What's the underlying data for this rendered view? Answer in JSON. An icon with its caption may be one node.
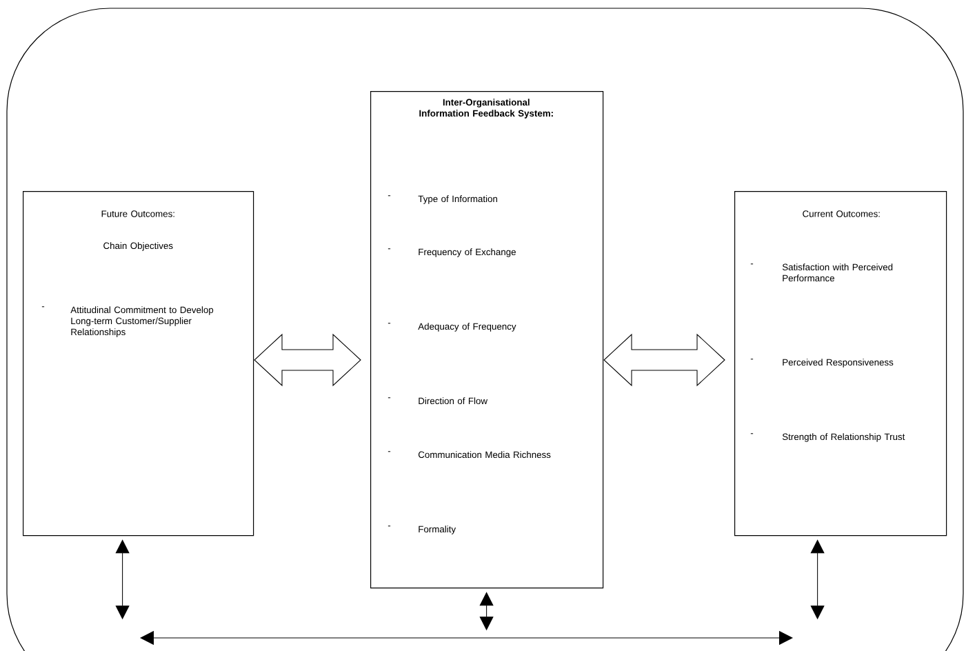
{
  "diagram": {
    "nodes": [
      {
        "text": [
          "Future Outcomes:",
          "Chain Objectives",
          "-",
          "Attitudinal Commitment to Develop Long-term Customer/Supplier Relationships"
        ]
      },
      {
        "text": [
          "Inter-Organisational Information Feedback System:",
          "-",
          "Type of Information",
          "-",
          "Frequency of Exchange",
          "-",
          "Adequacy of Frequency",
          "-",
          "Direction of Flow",
          "-",
          "Communication Media Richness",
          "-",
          "Formality"
        ]
      },
      {
        "text": [
          "Current Outcomes:",
          "-",
          "Satisfaction with Perceived Performance",
          "-",
          "Perceived Responsiveness",
          "-",
          "Strength of Relationship Trust"
        ]
      }
    ],
    "edges": [
      {
        "from": 0,
        "to": 1,
        "arrow": "both"
      },
      {
        "from": 1,
        "to": 2,
        "arrow": "both"
      },
      {
        "from": 0,
        "to": null,
        "arrow": "both"
      },
      {
        "from": 1,
        "to": null,
        "arrow": "both"
      },
      {
        "from": 2,
        "to": null,
        "arrow": "both"
      }
    ]
  }
}
